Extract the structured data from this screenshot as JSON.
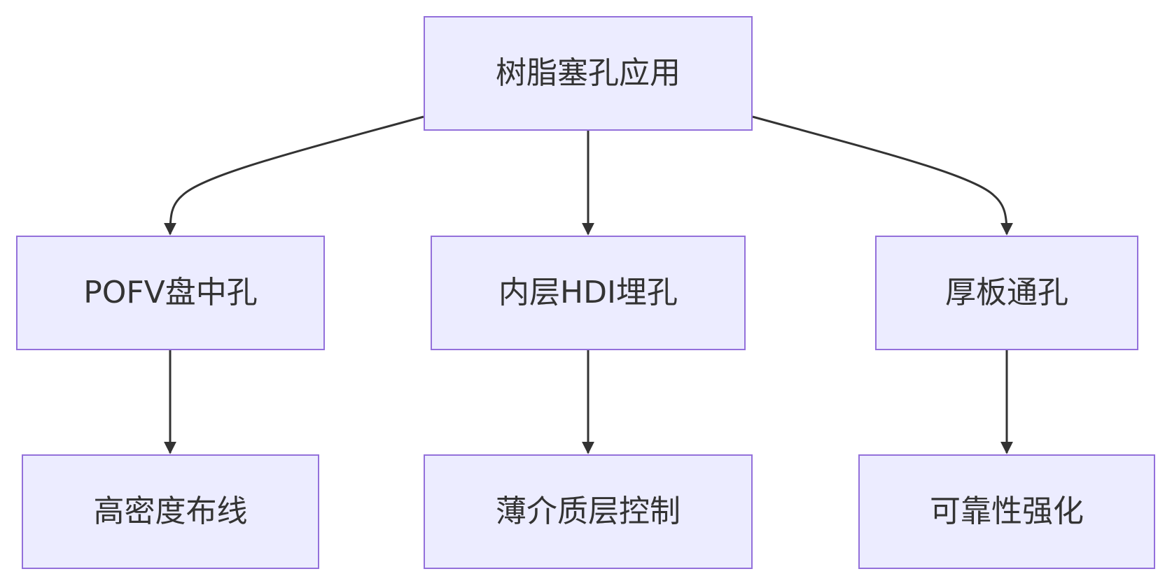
{
  "nodes": {
    "root": "树脂塞孔应用",
    "pofv": "POFV盘中孔",
    "hdi": "内层HDI埋孔",
    "thick": "厚板通孔",
    "pofv_child": "高密度布线",
    "hdi_child": "薄介质层控制",
    "thick_child": "可靠性强化"
  },
  "edges": [
    {
      "from": "root",
      "to": "pofv"
    },
    {
      "from": "root",
      "to": "hdi"
    },
    {
      "from": "root",
      "to": "thick"
    },
    {
      "from": "pofv",
      "to": "pofv_child"
    },
    {
      "from": "hdi",
      "to": "hdi_child"
    },
    {
      "from": "thick",
      "to": "thick_child"
    }
  ],
  "colors": {
    "node_fill": "#ececff",
    "node_border": "#9370db",
    "edge": "#333333",
    "text": "#333333"
  }
}
